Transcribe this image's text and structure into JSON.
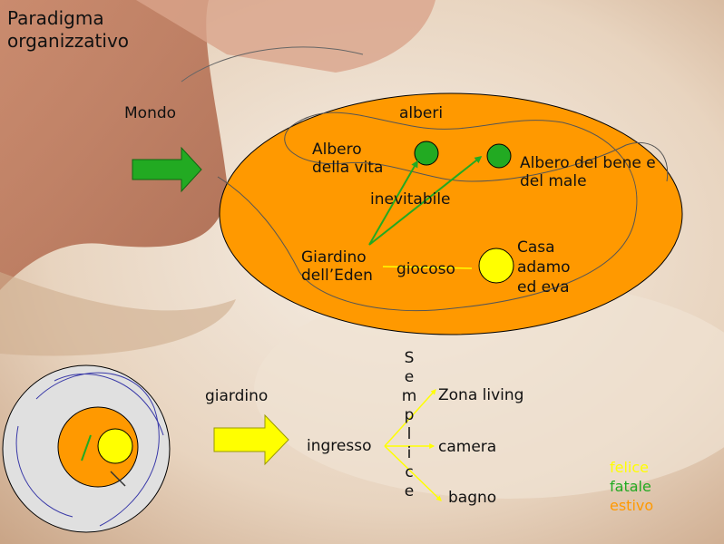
{
  "title": "Paradigma organizzativo",
  "labels": {
    "mondo": "Mondo",
    "alberi": "alberi",
    "albero_vita": "Albero della vita",
    "albero_bene_male": "Albero del bene e del male",
    "inevitabile": "inevitabile",
    "giardino_eden": "Giardino dell’Eden",
    "giocoso": "giocoso",
    "casa": "Casa adamo ed eva",
    "giardino": "giardino",
    "ingresso": "ingresso",
    "zona_living": "Zona living",
    "camera": "camera",
    "bagno": "bagno",
    "semplice": [
      "S",
      "e",
      "m",
      "p",
      "l",
      "i",
      "c",
      "e"
    ]
  },
  "legend": [
    {
      "text": "felice",
      "color": "#ffff00"
    },
    {
      "text": "fatale",
      "color": "#22aa22"
    },
    {
      "text": "estivo",
      "color": "#ff9900"
    }
  ],
  "colors": {
    "ellipse": "#ff9900",
    "tree": "#22aa22",
    "house": "#ffff00",
    "arrow_green": "#22aa22",
    "arrow_yellow": "#ffff00",
    "background_plate": "#f2e6d8"
  }
}
